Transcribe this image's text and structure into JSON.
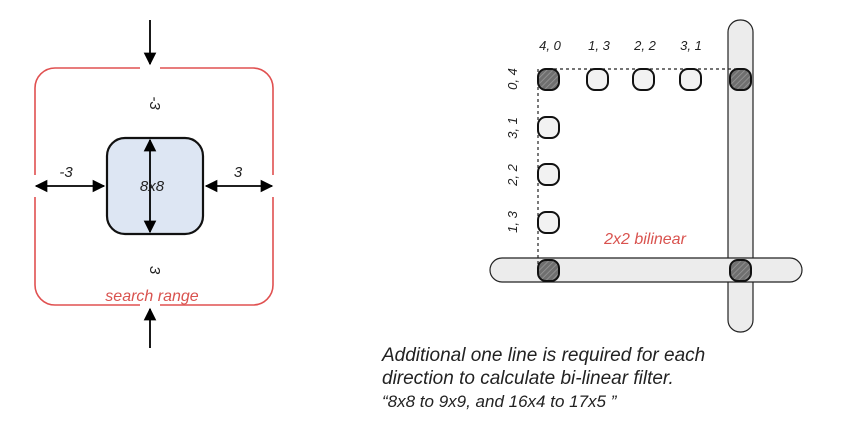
{
  "left_panel": {
    "block_label": "8x8",
    "top_offset": "-3",
    "bottom_offset": "3",
    "left_offset": "-3",
    "right_offset": "3",
    "range_label": "search range"
  },
  "right_panel": {
    "top_labels": [
      "4, 0",
      "1, 3",
      "2, 2",
      "3, 1"
    ],
    "left_labels": [
      "0, 4",
      "3, 1",
      "2, 2",
      "1, 3"
    ],
    "filter_label": "2x2 bilinear"
  },
  "note": {
    "line1": "Additional one line is required for each",
    "line2": "direction to calculate bi-linear filter.",
    "line3": "“8x8 to 9x9, and 16x4 to 17x5 ”"
  },
  "colors": {
    "range_border": "#e05050",
    "block_fill": "#dde6f3",
    "filled_circle": "#777777",
    "bar_fill": "#ececec",
    "accent_text": "#d9534f"
  }
}
